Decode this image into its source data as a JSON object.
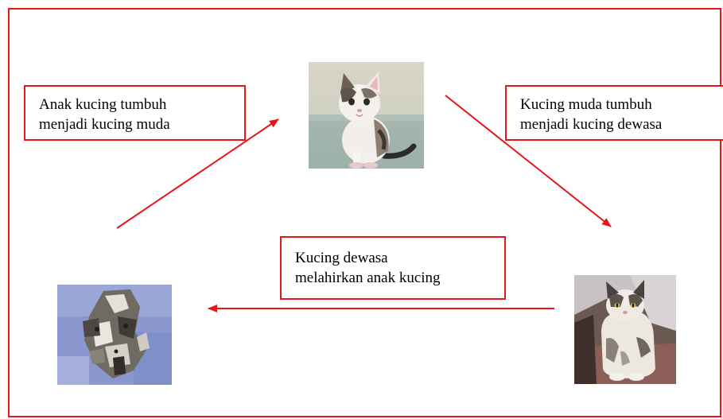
{
  "diagram": {
    "labels": {
      "kitten_to_young": {
        "line1": "Anak kucing tumbuh",
        "line2": "menjadi kucing muda"
      },
      "young_to_adult": {
        "line1": "Kucing muda tumbuh",
        "line2": "menjadi kucing dewasa"
      },
      "adult_to_kitten": {
        "line1": "Kucing dewasa",
        "line2": "melahirkan anak kucing"
      }
    },
    "colors": {
      "frame": "#e6161c",
      "arrow": "#e6161c"
    },
    "images": {
      "young_cat": "young-cat-photo",
      "baby_kittens": "baby-kittens-photo",
      "adult_cat": "adult-cat-photo"
    }
  }
}
